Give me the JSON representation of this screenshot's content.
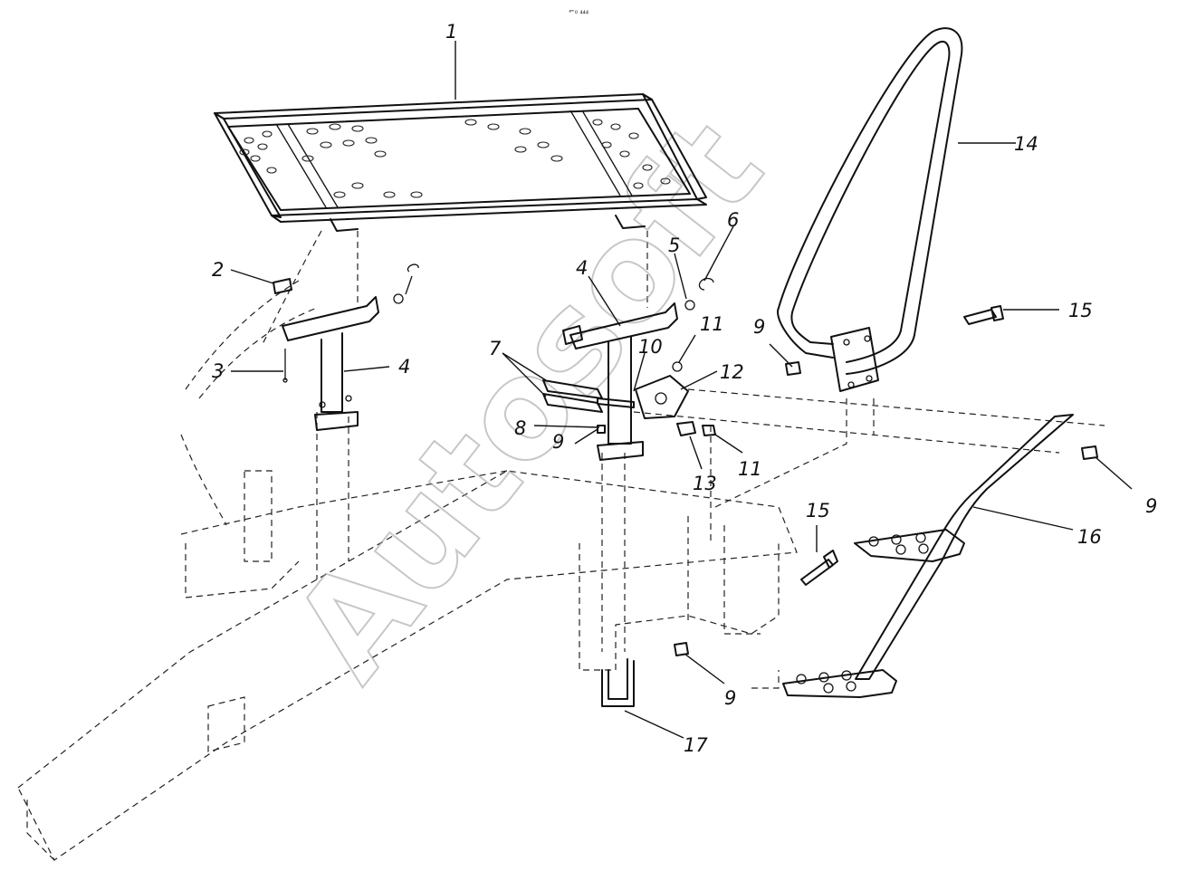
{
  "figure_code": "⌐₀ ₄₄₄",
  "watermark": "Autosoft",
  "callouts": [
    {
      "id": "c1",
      "label": "1"
    },
    {
      "id": "c2",
      "label": "2"
    },
    {
      "id": "c3",
      "label": "3"
    },
    {
      "id": "c4a",
      "label": "4"
    },
    {
      "id": "c4b",
      "label": "4"
    },
    {
      "id": "c5",
      "label": "5"
    },
    {
      "id": "c6",
      "label": "6"
    },
    {
      "id": "c7",
      "label": "7"
    },
    {
      "id": "c8",
      "label": "8"
    },
    {
      "id": "c9a",
      "label": "9"
    },
    {
      "id": "c9b",
      "label": "9"
    },
    {
      "id": "c9c",
      "label": "9"
    },
    {
      "id": "c9d",
      "label": "9"
    },
    {
      "id": "c10",
      "label": "10"
    },
    {
      "id": "c11a",
      "label": "11"
    },
    {
      "id": "c11b",
      "label": "11"
    },
    {
      "id": "c12",
      "label": "12"
    },
    {
      "id": "c13",
      "label": "13"
    },
    {
      "id": "c14",
      "label": "14"
    },
    {
      "id": "c15a",
      "label": "15"
    },
    {
      "id": "c15b",
      "label": "15"
    },
    {
      "id": "c16",
      "label": "16"
    },
    {
      "id": "c17",
      "label": "17"
    }
  ]
}
